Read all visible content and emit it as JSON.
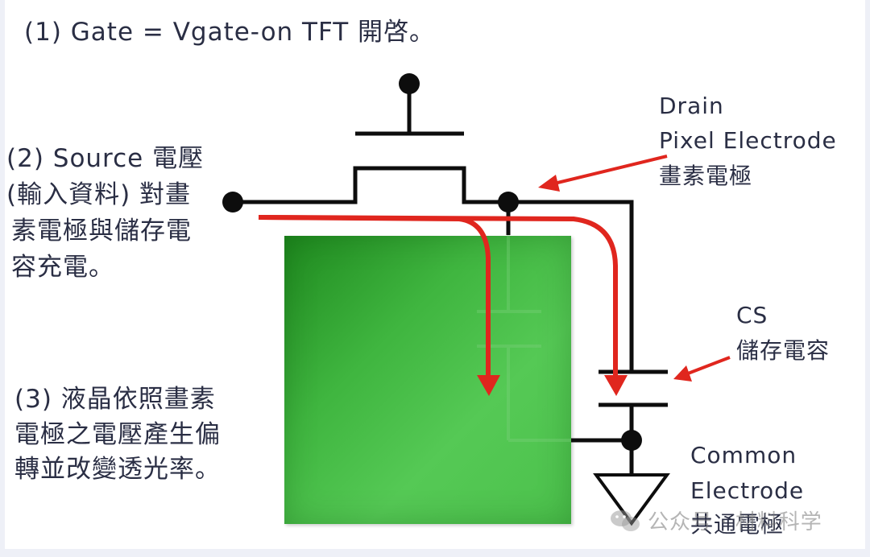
{
  "step1": "(1) Gate = Vgate-on TFT 開啓。",
  "step2": [
    "(2) Source 電壓",
    "(輸入資料) 對畫",
    "素電極與儲存電",
    "容充電。"
  ],
  "step3": [
    "(3) 液晶依照畫素",
    "電極之電壓產生偏",
    "轉並改變透光率。"
  ],
  "drain": [
    "Drain",
    "Pixel Electrode",
    "畫素電極"
  ],
  "cs": [
    "CS",
    "儲存電容"
  ],
  "common": [
    "Common",
    "Electrode",
    "共通電極"
  ],
  "watermark": "公众号 · 材料科学",
  "colors": {
    "wire": "#0d0d0d",
    "arrow": "#e0261e",
    "liquid_crystal": "#3fb53f",
    "text": "#2a2e44"
  }
}
